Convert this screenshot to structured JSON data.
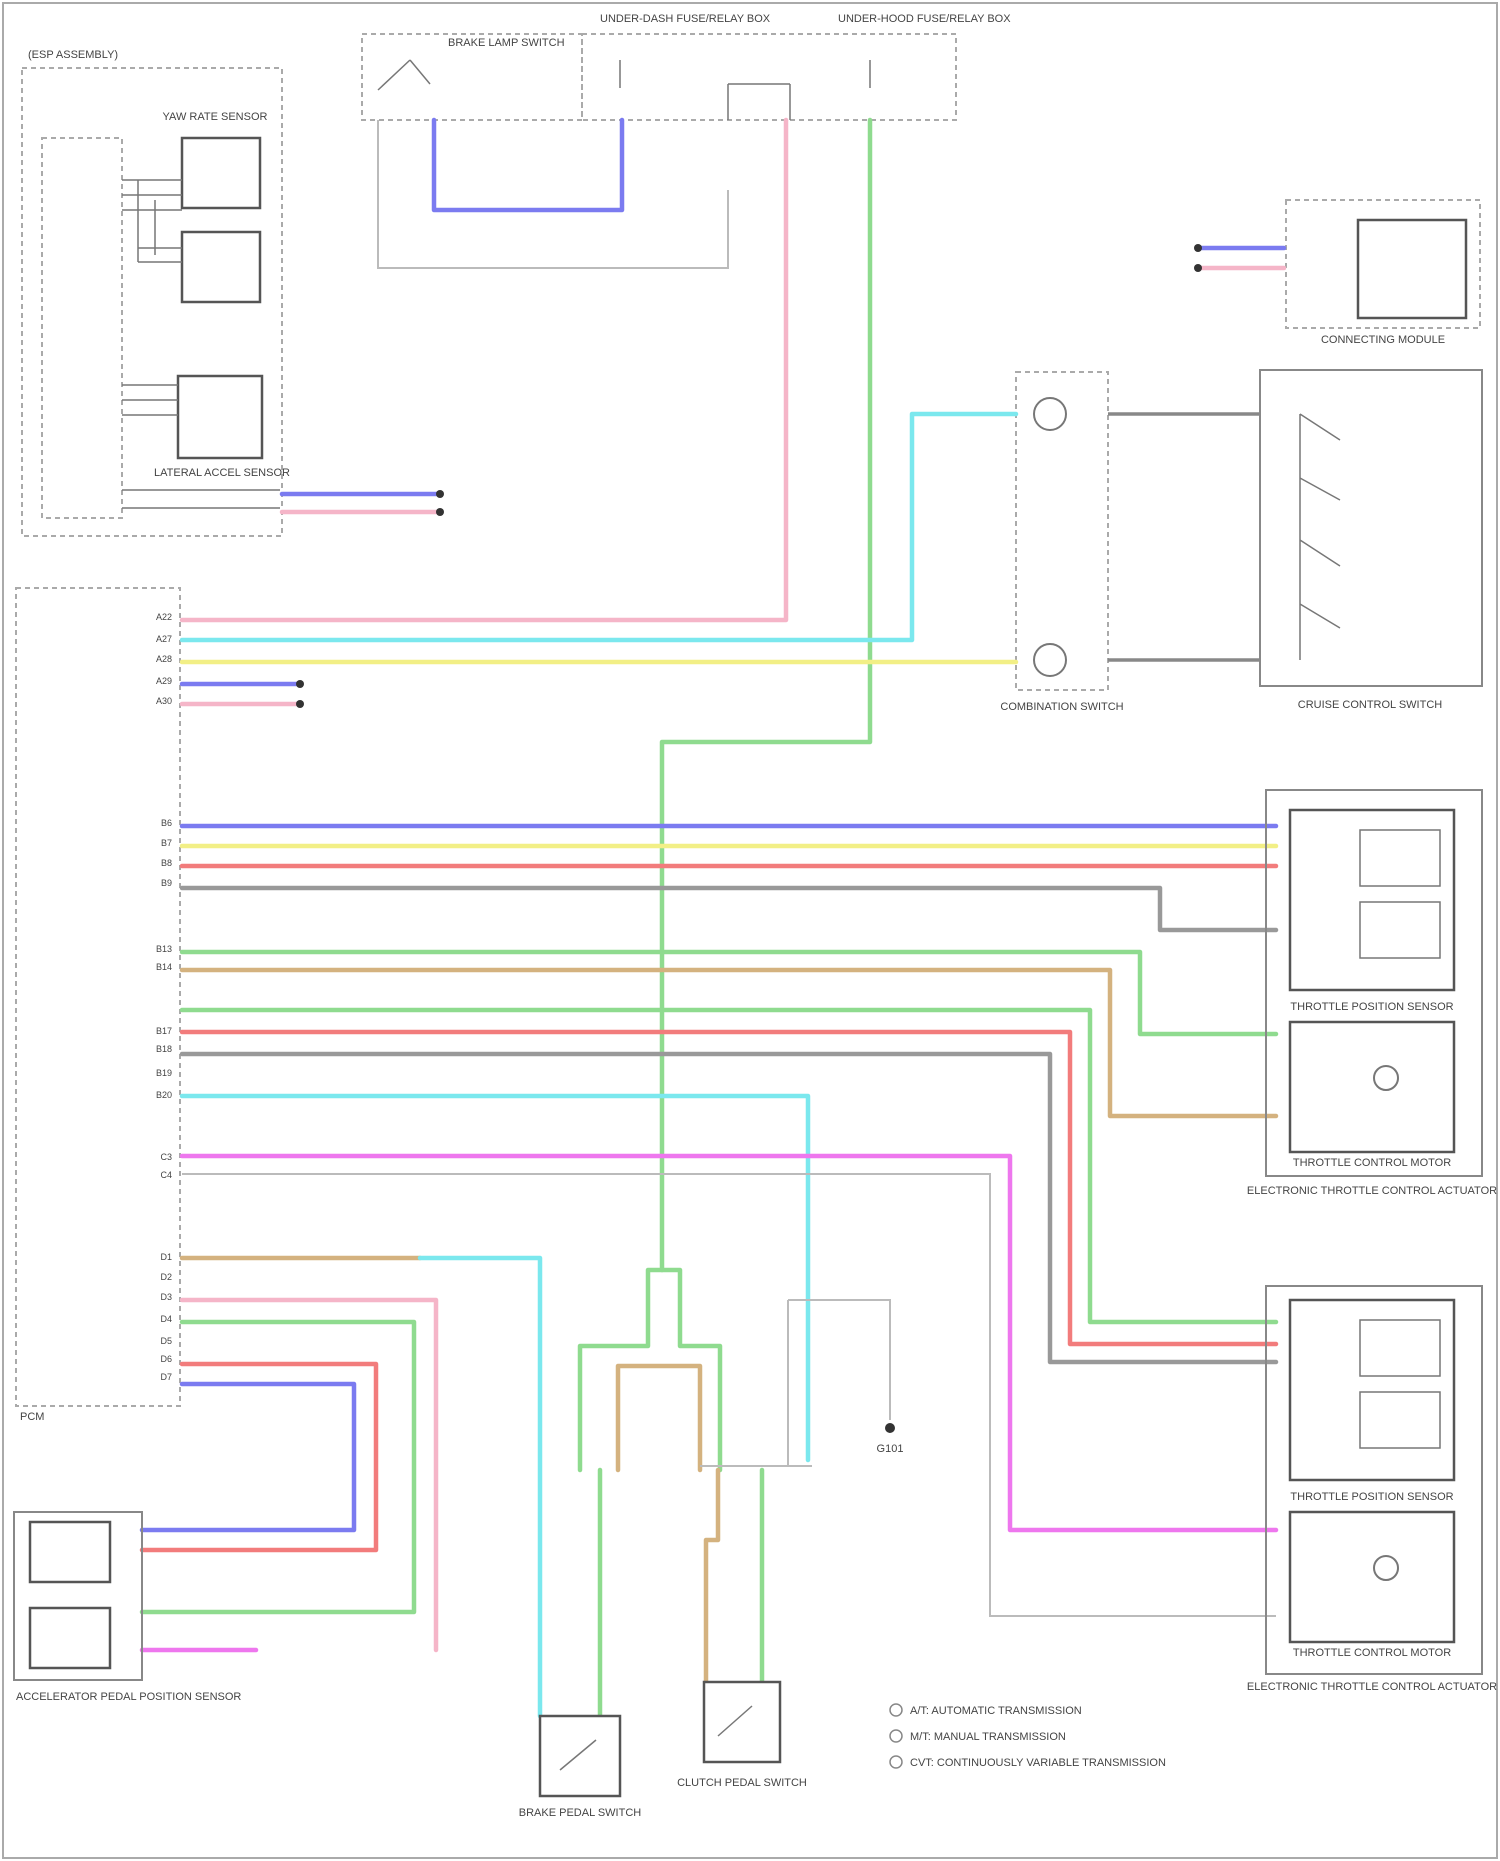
{
  "title": "",
  "colors": {
    "blue": "#7b7bf0",
    "yellow": "#f2ef86",
    "red": "#f27c7c",
    "pink": "#f5b5c8",
    "cyan": "#7be8ee",
    "green": "#8fdb8f",
    "tan": "#d4b27f",
    "magenta": "#ee77ee",
    "gray": "#999999"
  },
  "components": {
    "esp_assembly": "(ESP ASSEMBLY)",
    "yaw_sensor": "YAW RATE SENSOR",
    "lateral_sensor": "LATERAL ACCEL SENSOR",
    "brake_lamp_switch": "BRAKE LAMP SWITCH",
    "fuse_left": "UNDER-DASH FUSE/RELAY BOX",
    "fuse_right": "UNDER-HOOD FUSE/RELAY BOX",
    "pcm": "PCM",
    "can_module": "CONNECTING MODULE",
    "combination_switch": "COMBINATION SWITCH",
    "cruise_switch": "CRUISE CONTROL SWITCH",
    "throttle_sensor_upper": "THROTTLE POSITION SENSOR",
    "throttle_motor_upper": "THROTTLE CONTROL MOTOR",
    "etcs_upper": "ELECTRONIC THROTTLE CONTROL ACTUATOR",
    "throttle_sensor_lower": "THROTTLE POSITION SENSOR",
    "throttle_motor_lower": "THROTTLE CONTROL MOTOR",
    "etcs_lower": "ELECTRONIC THROTTLE CONTROL ACTUATOR",
    "app_sensor": "ACCELERATOR PEDAL POSITION SENSOR",
    "brake_pedal_switch": "BRAKE PEDAL SWITCH",
    "clutch_switch": "CLUTCH PEDAL SWITCH",
    "g101": "G101"
  },
  "legend": [
    "A/T: AUTOMATIC TRANSMISSION",
    "M/T: MANUAL TRANSMISSION",
    "CVT: CONTINUOUSLY VARIABLE TRANSMISSION"
  ],
  "footer_code": ""
}
